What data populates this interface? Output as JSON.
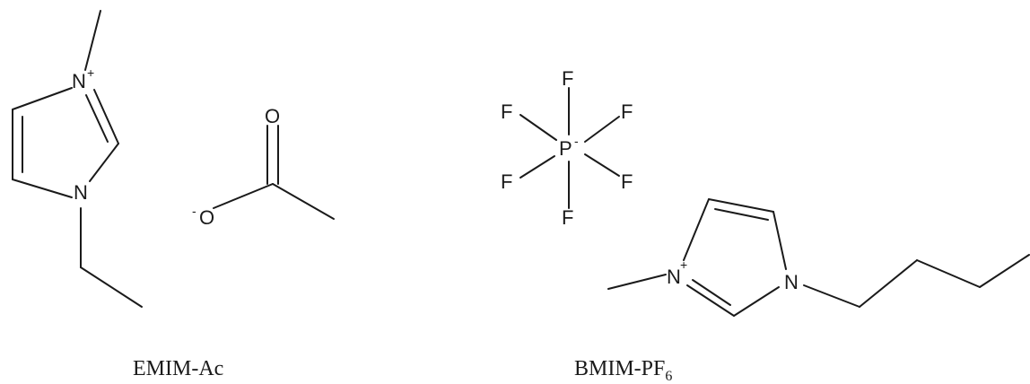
{
  "atoms": {
    "nitrogen": "N",
    "oxygen": "O",
    "fluorine": "F",
    "phosphorus": "P"
  },
  "charges": {
    "plus": "+",
    "minus": "-"
  },
  "captions": {
    "emim_ac": "EMIM-Ac",
    "bmim_main": "BMIM-PF",
    "bmim_sub": "6"
  }
}
